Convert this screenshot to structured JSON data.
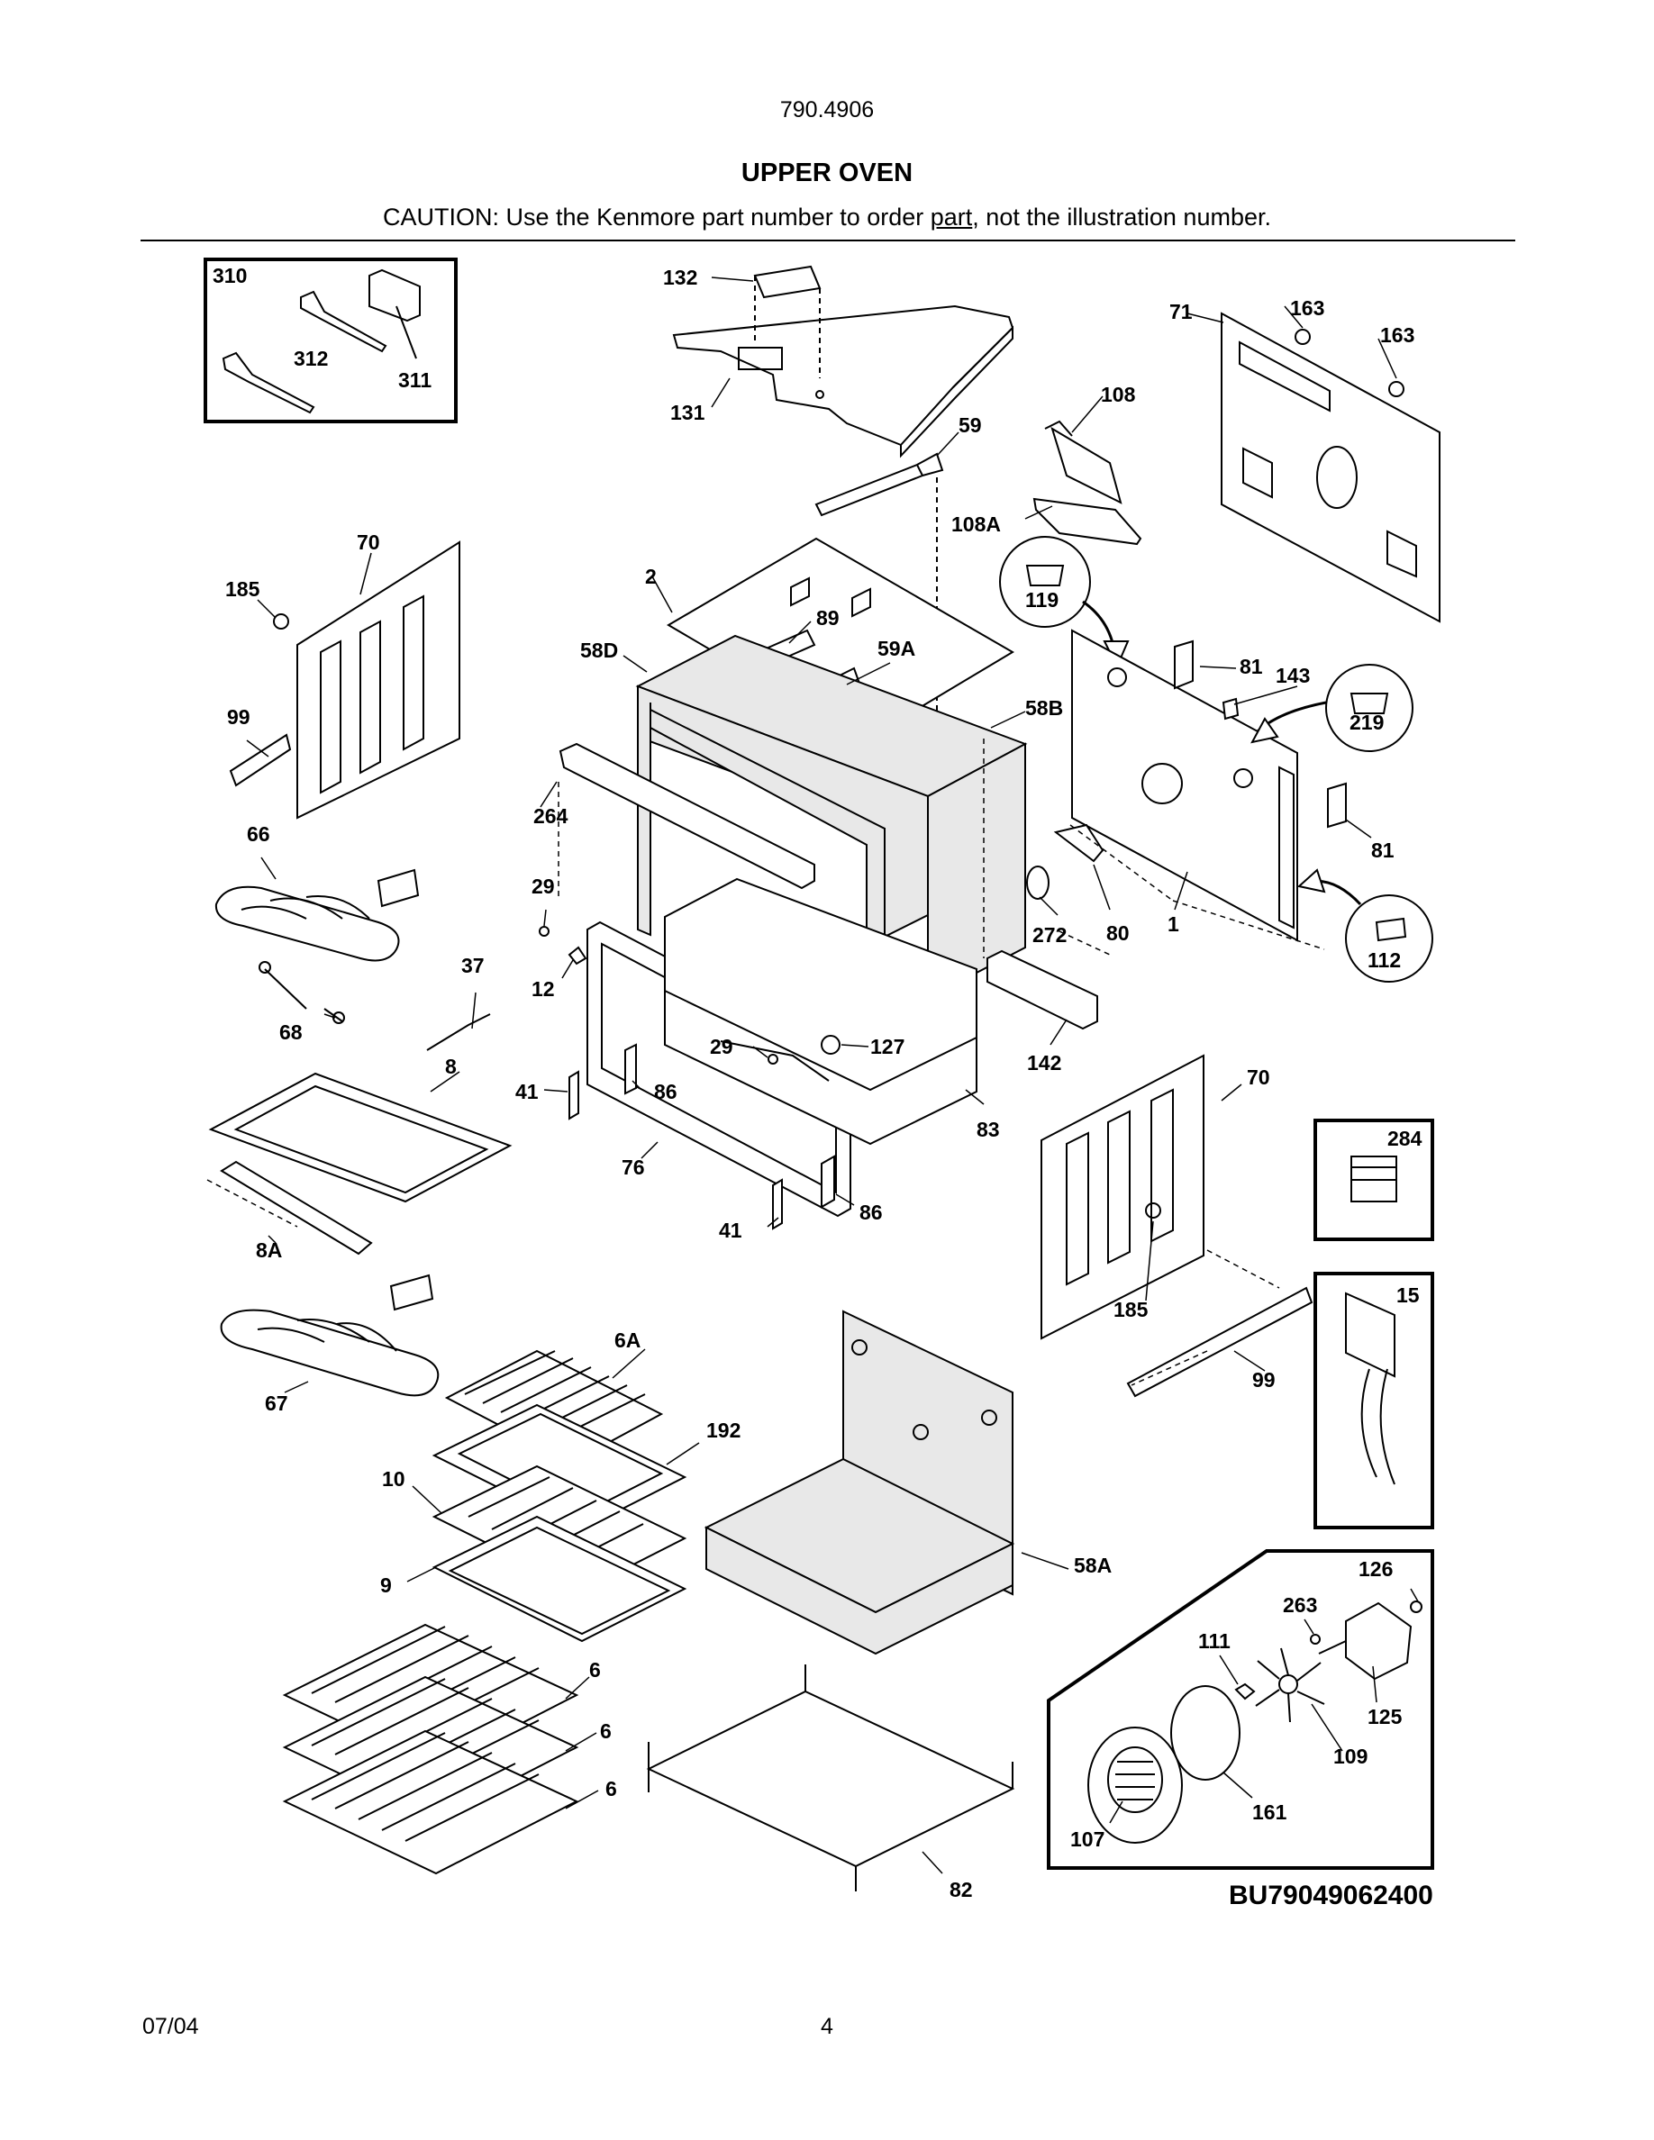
{
  "header": {
    "model": "790.4906",
    "title": "UPPER OVEN",
    "caution_prefix": "CAUTION: Use the Kenmore part number to order ",
    "caution_underlined": "part",
    "caution_suffix": ", not the illustration number."
  },
  "diagram": {
    "drawing_code": "BU79049062400",
    "callouts": {
      "c310": "310",
      "c312": "312",
      "c311": "311",
      "c132": "132",
      "c131": "131",
      "c59": "59",
      "c108": "108",
      "c108a": "108A",
      "c163a": "163",
      "c163b": "163",
      "c71": "71",
      "c119": "119",
      "c70a": "70",
      "c185a": "185",
      "c99a": "99",
      "c2": "2",
      "c89": "89",
      "c58d": "58D",
      "c59a": "59A",
      "c58b": "58B",
      "c81a": "81",
      "c143": "143",
      "c219": "219",
      "c81b": "81",
      "c264": "264",
      "c66": "66",
      "c29a": "29",
      "c12": "12",
      "c37": "37",
      "c68": "68",
      "c272": "272",
      "c80": "80",
      "c1": "1",
      "c112": "112",
      "c142": "142",
      "c29b": "29",
      "c127": "127",
      "c8": "8",
      "c41a": "41",
      "c86a": "86",
      "c76": "76",
      "c83": "83",
      "c70b": "70",
      "c284": "284",
      "c41b": "41",
      "c86b": "86",
      "c8a": "8A",
      "c185b": "185",
      "c15": "15",
      "c99b": "99",
      "c6a": "6A",
      "c67": "67",
      "c192": "192",
      "c10": "10",
      "c9": "9",
      "c58a": "58A",
      "c126": "126",
      "c263": "263",
      "c111": "111",
      "c125": "125",
      "c6_1": "6",
      "c6_2": "6",
      "c6_3": "6",
      "c109": "109",
      "c161": "161",
      "c107": "107",
      "c82": "82"
    }
  },
  "footer": {
    "date": "07/04",
    "page": "4"
  }
}
